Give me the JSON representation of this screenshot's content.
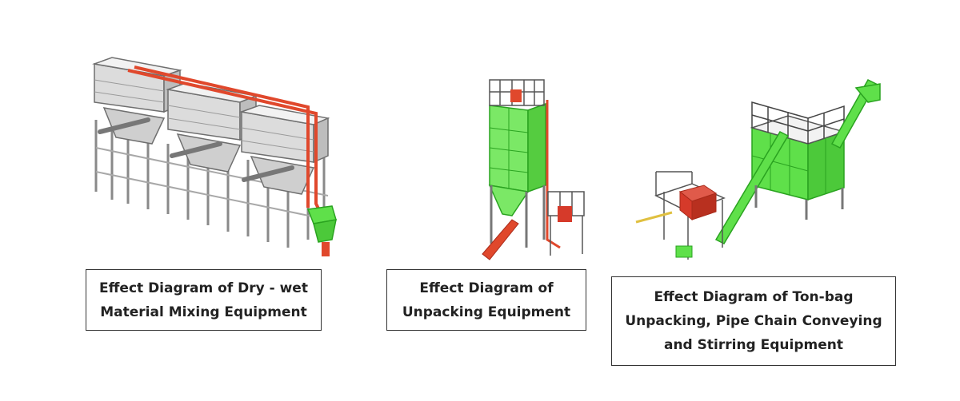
{
  "colors": {
    "background": "#ffffff",
    "steel": "#7d7d7d",
    "steel_light": "#e4e4e4",
    "pipe": "#e0482c",
    "equipment_green": "#5fe04a",
    "equipment_green_dark": "#2aa320",
    "red_unit": "#d63a2a",
    "caption_border": "#333333",
    "caption_text": "#222222"
  },
  "panels": [
    {
      "id": "dry-wet-mixing",
      "image_icon": "dry-wet-mixing-equipment-illustration",
      "caption_lines": [
        "Effect Diagram of Dry - wet",
        "Material Mixing Equipment"
      ]
    },
    {
      "id": "unpacking",
      "image_icon": "unpacking-equipment-illustration",
      "caption_lines": [
        "Effect Diagram of",
        "Unpacking Equipment"
      ]
    },
    {
      "id": "ton-bag",
      "image_icon": "ton-bag-unpacking-equipment-illustration",
      "caption_lines": [
        "Effect Diagram of Ton-bag",
        "Unpacking, Pipe Chain Conveying",
        "and Stirring Equipment"
      ]
    }
  ]
}
